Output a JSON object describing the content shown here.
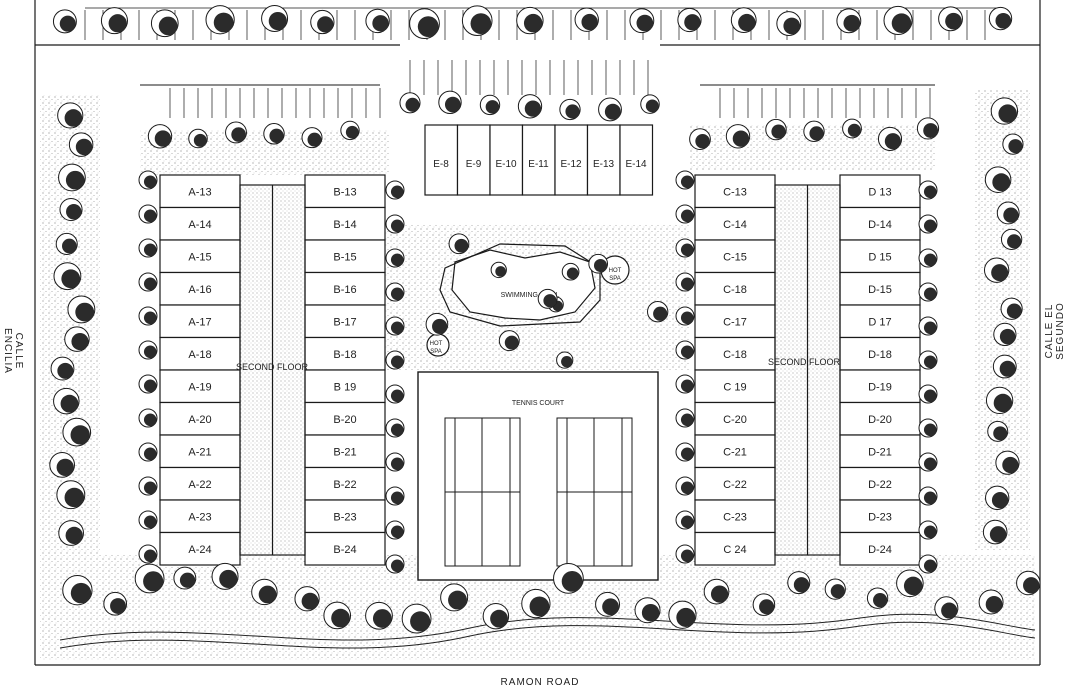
{
  "streets": {
    "left": "CALLE ENCILIA",
    "right": "CALLE EL SEGUNDO",
    "bottom": "RAMON ROAD"
  },
  "amenities": {
    "pool": "SWIMMING POOL",
    "hot_spa_top": [
      "HOT",
      "SPA"
    ],
    "hot_spa_left": [
      "HOT",
      "SPA"
    ],
    "tennis": "TENNIS COURT"
  },
  "floor_labels": {
    "west": "SECOND FLOOR",
    "east": "SECOND FLOOR"
  },
  "units": {
    "A": [
      "A-13",
      "A-14",
      "A-15",
      "A-16",
      "A-17",
      "A-18",
      "A-19",
      "A-20",
      "A-21",
      "A-22",
      "A-23",
      "A-24"
    ],
    "B": [
      "B-13",
      "B-14",
      "B-15",
      "B-16",
      "B-17",
      "B-18",
      "B 19",
      "B-20",
      "B-21",
      "B-22",
      "B-23",
      "B-24"
    ],
    "C": [
      "C-13",
      "C-14",
      "C-15",
      "C-18",
      "C-17",
      "C-18",
      "C 19",
      "C-20",
      "C-21",
      "C-22",
      "C-23",
      "C 24"
    ],
    "D": [
      "D 13",
      "D-14",
      "D 15",
      "D-15",
      "D 17",
      "D-18",
      "D-19",
      "D-20",
      "D-21",
      "D-22",
      "D-23",
      "D-24"
    ],
    "E": [
      "E-8",
      "E-9",
      "E-10",
      "E-11",
      "E-12",
      "E-13",
      "E-14"
    ]
  },
  "colors": {
    "ink": "#1a1a1a",
    "tree_fill": "#2b2b2b",
    "stipple": "#9a9a9a",
    "paper": "#ffffff"
  }
}
